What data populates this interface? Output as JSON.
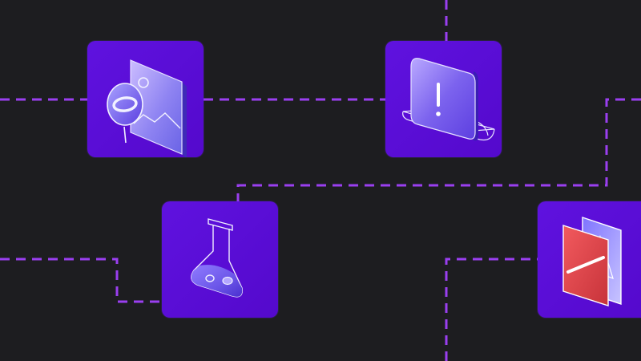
{
  "colors": {
    "background": "#1d1d20",
    "tile": "#5a10d6",
    "connector": "#9a3ff0",
    "glass_light": "#c9c3ff",
    "glass_mid": "#7f7cf2",
    "glass_deep": "#6a4fe6",
    "accent_red": "#e5484d",
    "line_white": "#f1f0ff"
  },
  "nodes": [
    {
      "id": "image-lens",
      "icon": "image-with-lens-icon"
    },
    {
      "id": "alert",
      "icon": "alert-device-icon"
    },
    {
      "id": "flask",
      "icon": "flask-icon"
    },
    {
      "id": "slides",
      "icon": "stacked-slides-warning-icon"
    }
  ],
  "connectors": [
    {
      "from": "left-edge",
      "to": "image-lens"
    },
    {
      "from": "image-lens",
      "to": "alert"
    },
    {
      "from": "top-edge",
      "to": "alert"
    },
    {
      "from": "right-edge",
      "to": "flask"
    },
    {
      "from": "left-edge",
      "to": "flask"
    },
    {
      "from": "bottom-edge",
      "to": "slides"
    }
  ]
}
